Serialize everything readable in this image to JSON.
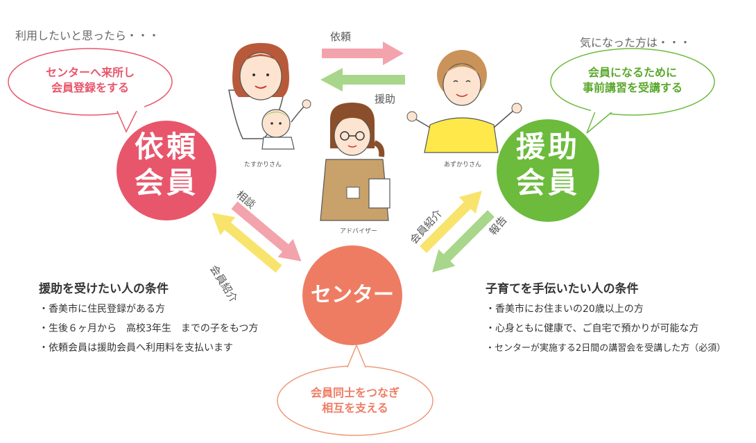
{
  "left_caption": "利用したいと思ったら・・・",
  "right_caption": "気になった方は・・・",
  "bubbles": {
    "left": [
      "センターへ来所し",
      "会員登録をする"
    ],
    "right": [
      "会員になるために",
      "事前講習を受講する"
    ],
    "bottom": [
      "会員同士をつなぎ",
      "相互を支える"
    ]
  },
  "circles": {
    "request": [
      "依頼",
      "会員"
    ],
    "support": [
      "援助",
      "会員"
    ],
    "center": "センター"
  },
  "arrows": {
    "top_right": "依頼",
    "top_left": "援助",
    "consult": "相談",
    "intro_left": "会員紹介",
    "intro_right": "会員紹介",
    "report": "報告"
  },
  "figure_labels": {
    "request_person": "たすかりさん",
    "support_person": "あずかりさん",
    "advisor": "アドバイザー"
  },
  "left_conditions": {
    "title": "援助を受けたい人の条件",
    "items": [
      "・香美市に住民登録がある方",
      "・生後６ヶ月から　高校3年生　までの子をもつ方",
      "・依頼会員は援助会員へ利用料を支払います"
    ]
  },
  "right_conditions": {
    "title": "子育てを手伝いたい人の条件",
    "items": [
      "・香美市にお住まいの20歳以上の方",
      "・心身ともに健康で、ご自宅で預かりが可能な方",
      "・センターが実施する2日間の講習会を受講した方（必須）"
    ]
  },
  "colors": {
    "request_red": "#e8566b",
    "support_green": "#6cbb3c",
    "center_orange": "#ee7c63",
    "arrow_pink": "#f2a3ac",
    "arrow_green": "#a8d68a",
    "arrow_yellow": "#f8e46c"
  }
}
